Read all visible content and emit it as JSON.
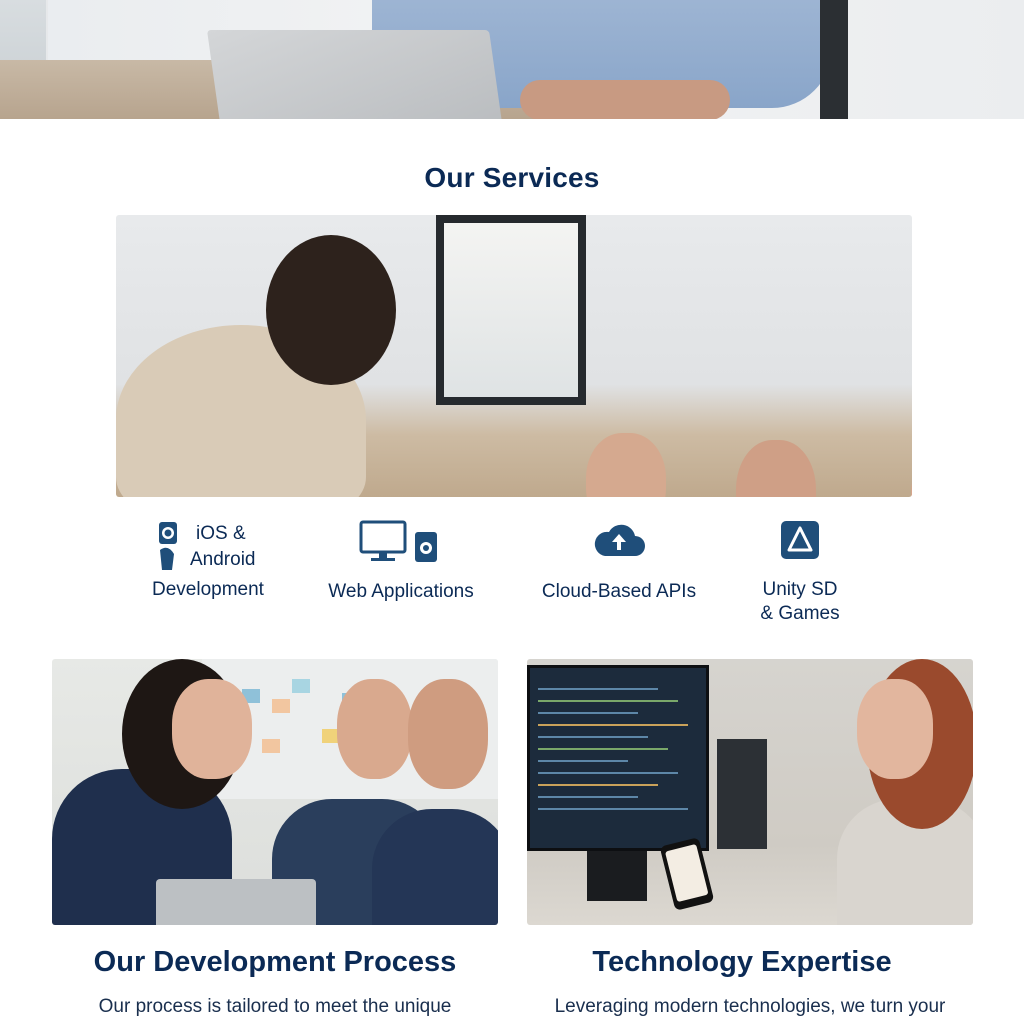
{
  "hero": {
    "image_alt": "hero-photo"
  },
  "services": {
    "title": "Our Services",
    "items": [
      {
        "label_line1": "iOS &",
        "label_line2": "Android",
        "label_line3": "Development",
        "icon": "mobile-icon"
      },
      {
        "label_line1": "Web Applications",
        "icon": "desktop-icon"
      },
      {
        "label_line1": "Cloud-Based APIs",
        "icon": "cloud-upload-icon"
      },
      {
        "label_line1": "Unity SD",
        "label_line2": "& Games",
        "icon": "unity-icon"
      }
    ]
  },
  "cards": [
    {
      "title": "Our Development Process",
      "body": "Our process is tailored to meet the unique"
    },
    {
      "title": "Technology Expertise",
      "body": "Leveraging modern technologies, we turn your"
    }
  ],
  "colors": {
    "primary": "#0b2a55",
    "icon": "#1f4e7a"
  }
}
